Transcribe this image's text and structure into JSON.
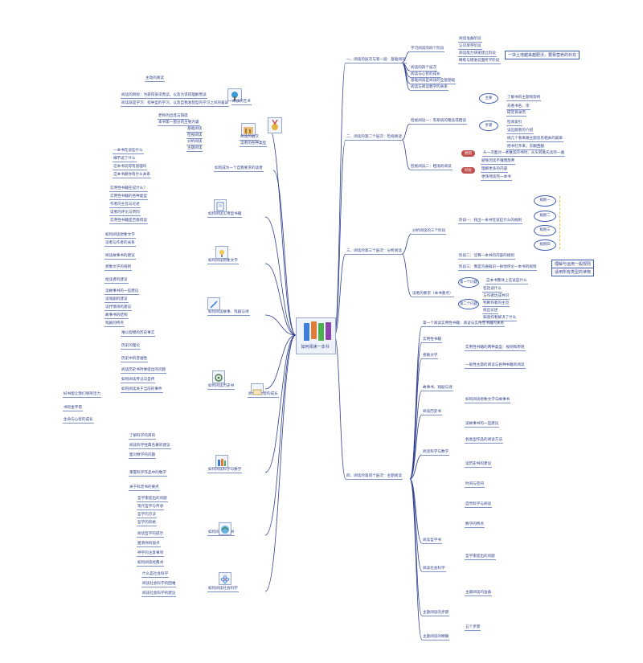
{
  "center_label": "如何阅读一本书",
  "right_branches": {
    "b1": "一、阅读的层次与第一层：基础阅读",
    "b2": "二、阅读的第二个层次：检视阅读",
    "b3": "三、阅读的第三个层次：分析阅读",
    "b4": "四、阅读的第四个层次：主题阅读"
  },
  "right_upper": {
    "b1_children": [
      "学习阅读的四个阶段",
      "阅读的四个层次",
      "阅读与心智的成长",
      "基础阅读是阅读的全部基础",
      "阅读与阅读教学的关系"
    ],
    "b1_sub": [
      "阅读准备阶段",
      "认识单字阶段",
      "阅读能力快速建立阶段",
      "精练与增进前面所学阶段"
    ],
    "b1_callout": "一块土地越来越肥沃，要靠营养的补充",
    "b2_children": [
      "检视阅读一：有系统的略读或粗读",
      "检视阅读二：粗浅的阅读"
    ],
    "b2_groups": [
      "主要",
      "步骤"
    ],
    "b2_steps": [
      "先看书名、序",
      "研究目录页",
      "检阅索引",
      "读出版者的介绍",
      "挑几个看来跟主题息息相关的篇章",
      "把书打开来，东翻西翻"
    ],
    "b2_main": "了解书的主题和架构",
    "b2_pills": [
      "原则",
      "好处"
    ],
    "b2_pill_text": "头一次面对一本难读的书时，从头到尾先读完一遍",
    "b2_benefits": [
      "避免因读不懂而放弃",
      "理解更多的内容",
      "更快地读完一本书"
    ]
  },
  "right_middle": {
    "b3_head": "分析阅读的三个阶段",
    "b3_stage1": "阶段一：找出一本书在谈些什么的规则",
    "b3_stage2": "阶段二：诠释一本书的内容的规则",
    "b3_stage3": "阶段三：像是沟通知识一样地评论一本书的规则",
    "b3_clouds": [
      "规则一",
      "规则二",
      "规则三",
      "规则四"
    ],
    "b3_callout": "理解与运用一般规则",
    "b3_callout2": "适用所有类型的读物",
    "b3_other": "读者的要求（本书重点）",
    "b3_req": [
      "包括读什么",
      "与作者达成共识",
      "判断作者的主旨",
      "找出论述",
      "知道作者解决了什么"
    ],
    "b3_req_head": [
      "第一个问题",
      "第二个问题"
    ],
    "b3_q1": "这本书整体上在谈些什么",
    "b3_q2": "如何回答这些问题"
  },
  "right_lower": {
    "b4_head": "四、阅读的第四个层次：主题阅读",
    "b4_children": [
      "第一个阅读实用性书籍：阅读与实用性书籍的关系",
      "实用性书籍",
      "想象文学",
      "故事书、戏剧与诗",
      "阅读历史书",
      "阅读科学与数学",
      "阅读哲学书",
      "阅读社会科学",
      "主题阅读的步骤",
      "主题阅读的精髓"
    ],
    "b4_details": [
      "实用性书籍的两种类型：规则和原则",
      "一般性主题的阅读与各种书籍的阅读",
      "如何阅读想象文学与故事书",
      "读故事书的一些建议",
      "各类型作品的阅读方法",
      "读历史书的建议",
      "时间与空间",
      "自然科学与阅读",
      "数学的特点",
      "哲学家提出的问题",
      "主题阅读的准备",
      "五个步骤"
    ]
  },
  "left_branches": {
    "a1": "如何成为一个自我要求的读者",
    "a2": "如何阅读实用型书籍",
    "a3": "如何阅读想象文学",
    "a4": "如何阅读故事、戏剧与诗",
    "a5": "如何阅读历史书",
    "a6": "阅读与心智的成长",
    "a7": "如何阅读科学与数学",
    "a8": "如何阅读哲学书",
    "a9": "如何阅读社会科学"
  },
  "left_details": {
    "a1": [
      "主动的阅读",
      "阅读的目标：为获得资讯而读，以及为求得理解而读",
      "阅读就是学习：指导型的学习，以及自我发现型的学习之间的差异",
      "老师的出席与缺席",
      "本书第一部分的主要内容"
    ],
    "a1_tag": "阅读的艺术",
    "a1_mid": [
      "基础阅读",
      "检视阅读",
      "分析阅读",
      "主题阅读"
    ],
    "a1_low": [
      "阅读的层次",
      "读者的各种类型"
    ],
    "a1_checks": [
      "一本书在谈些什么",
      "细节说了什么",
      "这本书说得有道理吗",
      "这本书跟你有什么关系"
    ],
    "a2": [
      "实用性书籍在说什么？",
      "实用性书籍的各种类型",
      "作者的主旨与论述",
      "读者的评论与赞同",
      "实用性书籍是否值得读"
    ],
    "a3": [
      "如何阅读想象文学",
      "读者与作者的关系",
      "阅读故事书的建议",
      "想象文学的规则",
      "给读者的建议"
    ],
    "a4": [
      "读故事书的一些建议",
      "读戏剧的建议",
      "读抒情诗的建议",
      "故事书的结构",
      "戏剧的特点"
    ],
    "a5": [
      "难以捉摸的历史事实",
      "历史的理论",
      "历史中的普遍性",
      "阅读历史书时要提出的问题",
      "如何阅读传记与自传",
      "如何阅读关于当前的事件"
    ],
    "a6": [
      "好书能让我们保持活力",
      "书的金字塔",
      "生命与心智的成长"
    ],
    "a7": [
      "了解科学的目的",
      "阅读科学经典名著的建议",
      "面对数学的问题",
      "掌握科学作品中的数学",
      "关于科普书的要点"
    ],
    "a8": [
      "哲学家提出的问题",
      "现代哲学与传承",
      "哲学的方法",
      "哲学的风格",
      "阅读哲学的提示",
      "厘清你的观点",
      "神学的注意事项",
      "如何阅读经典书"
    ],
    "a9": [
      "什么是社会科学",
      "阅读社会科学的困难",
      "阅读社会科学的建议"
    ]
  },
  "icon_names": [
    "medal-icon",
    "books-icon",
    "tree-icon",
    "gear-icon",
    "lamp-icon",
    "chart-icon",
    "globe-icon",
    "atom-icon",
    "clipboard-icon"
  ],
  "colors": {
    "line": "#2e3f8f",
    "accent": "#c0504d",
    "dot": "#5aa33a",
    "bracket": "#e0c54a"
  }
}
